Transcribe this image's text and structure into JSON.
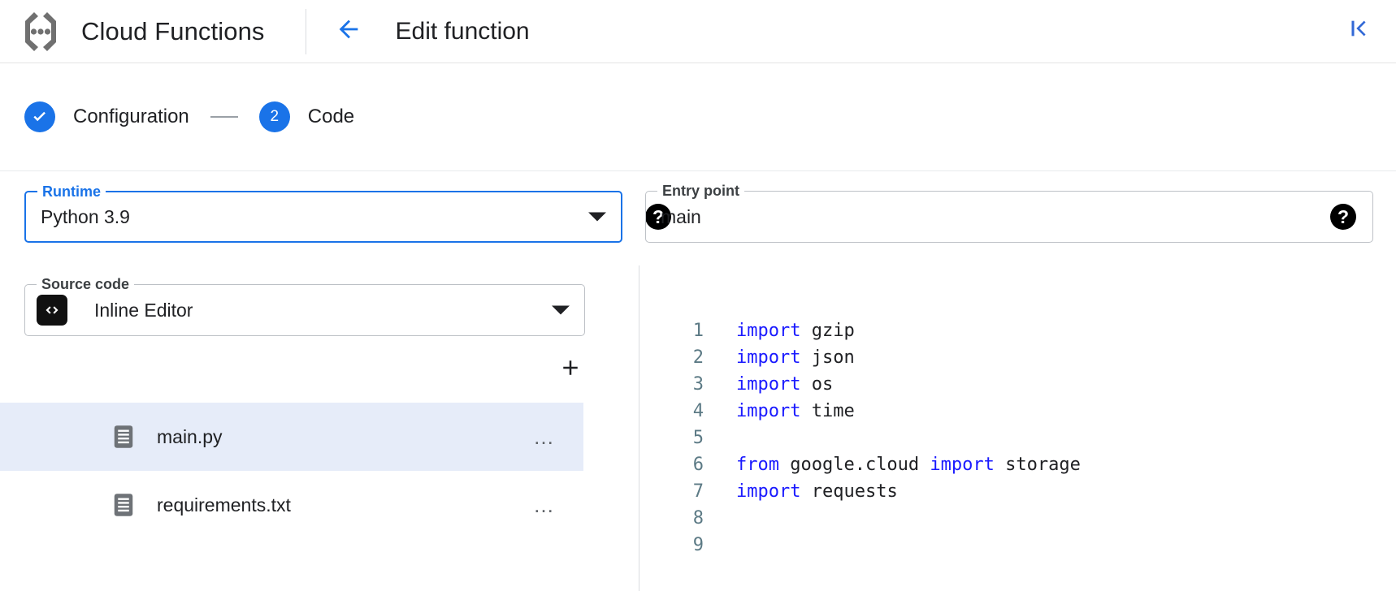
{
  "colors": {
    "accent": "#1a73e8",
    "selected_row_bg": "#e6ecf9",
    "keyword": "#1a1aff",
    "line_number": "#5c7a85",
    "border": "#bdc1c6"
  },
  "appbar": {
    "logo_icon": "cloud-functions-brackets-icon",
    "brand": "Cloud Functions",
    "back_icon": "arrow-left-icon",
    "page_title": "Edit function",
    "collapse_icon": "first-page-collapse-icon"
  },
  "stepper": {
    "steps": [
      {
        "marker": "✓",
        "label": "Configuration",
        "state": "completed"
      },
      {
        "marker": "2",
        "label": "Code",
        "state": "active"
      }
    ],
    "connector": "—"
  },
  "form": {
    "runtime": {
      "label": "Runtime",
      "value": "Python 3.9",
      "focused": true,
      "caret_icon": "chevron-down-icon",
      "help_icon": "help-circle-icon",
      "help_label": "?"
    },
    "entry_point": {
      "label": "Entry point",
      "value": "main",
      "placeholder": "Entry point",
      "focused": false,
      "help_icon": "help-circle-icon",
      "help_label": "?"
    },
    "source_code": {
      "label": "Source code",
      "value": "Inline Editor",
      "icon": "code-brackets-icon",
      "caret_icon": "chevron-down-icon"
    }
  },
  "files": {
    "add_icon": "plus-icon",
    "add_label": "+",
    "more_label": "…",
    "items": [
      {
        "name": "main.py",
        "icon": "file-document-icon",
        "selected": true
      },
      {
        "name": "requirements.txt",
        "icon": "file-document-icon",
        "selected": false
      }
    ]
  },
  "editor": {
    "lines": [
      {
        "n": "1",
        "tokens": [
          {
            "t": "import",
            "k": true
          },
          {
            "t": " gzip",
            "k": false
          }
        ]
      },
      {
        "n": "2",
        "tokens": [
          {
            "t": "import",
            "k": true
          },
          {
            "t": " json",
            "k": false
          }
        ]
      },
      {
        "n": "3",
        "tokens": [
          {
            "t": "import",
            "k": true
          },
          {
            "t": " os",
            "k": false
          }
        ]
      },
      {
        "n": "4",
        "tokens": [
          {
            "t": "import",
            "k": true
          },
          {
            "t": " time",
            "k": false
          }
        ]
      },
      {
        "n": "5",
        "tokens": []
      },
      {
        "n": "6",
        "tokens": [
          {
            "t": "from",
            "k": true
          },
          {
            "t": " google.cloud ",
            "k": false
          },
          {
            "t": "import",
            "k": true
          },
          {
            "t": " storage",
            "k": false
          }
        ]
      },
      {
        "n": "7",
        "tokens": [
          {
            "t": "import",
            "k": true
          },
          {
            "t": " requests",
            "k": false
          }
        ]
      },
      {
        "n": "8",
        "tokens": []
      },
      {
        "n": "9",
        "tokens": []
      }
    ]
  }
}
